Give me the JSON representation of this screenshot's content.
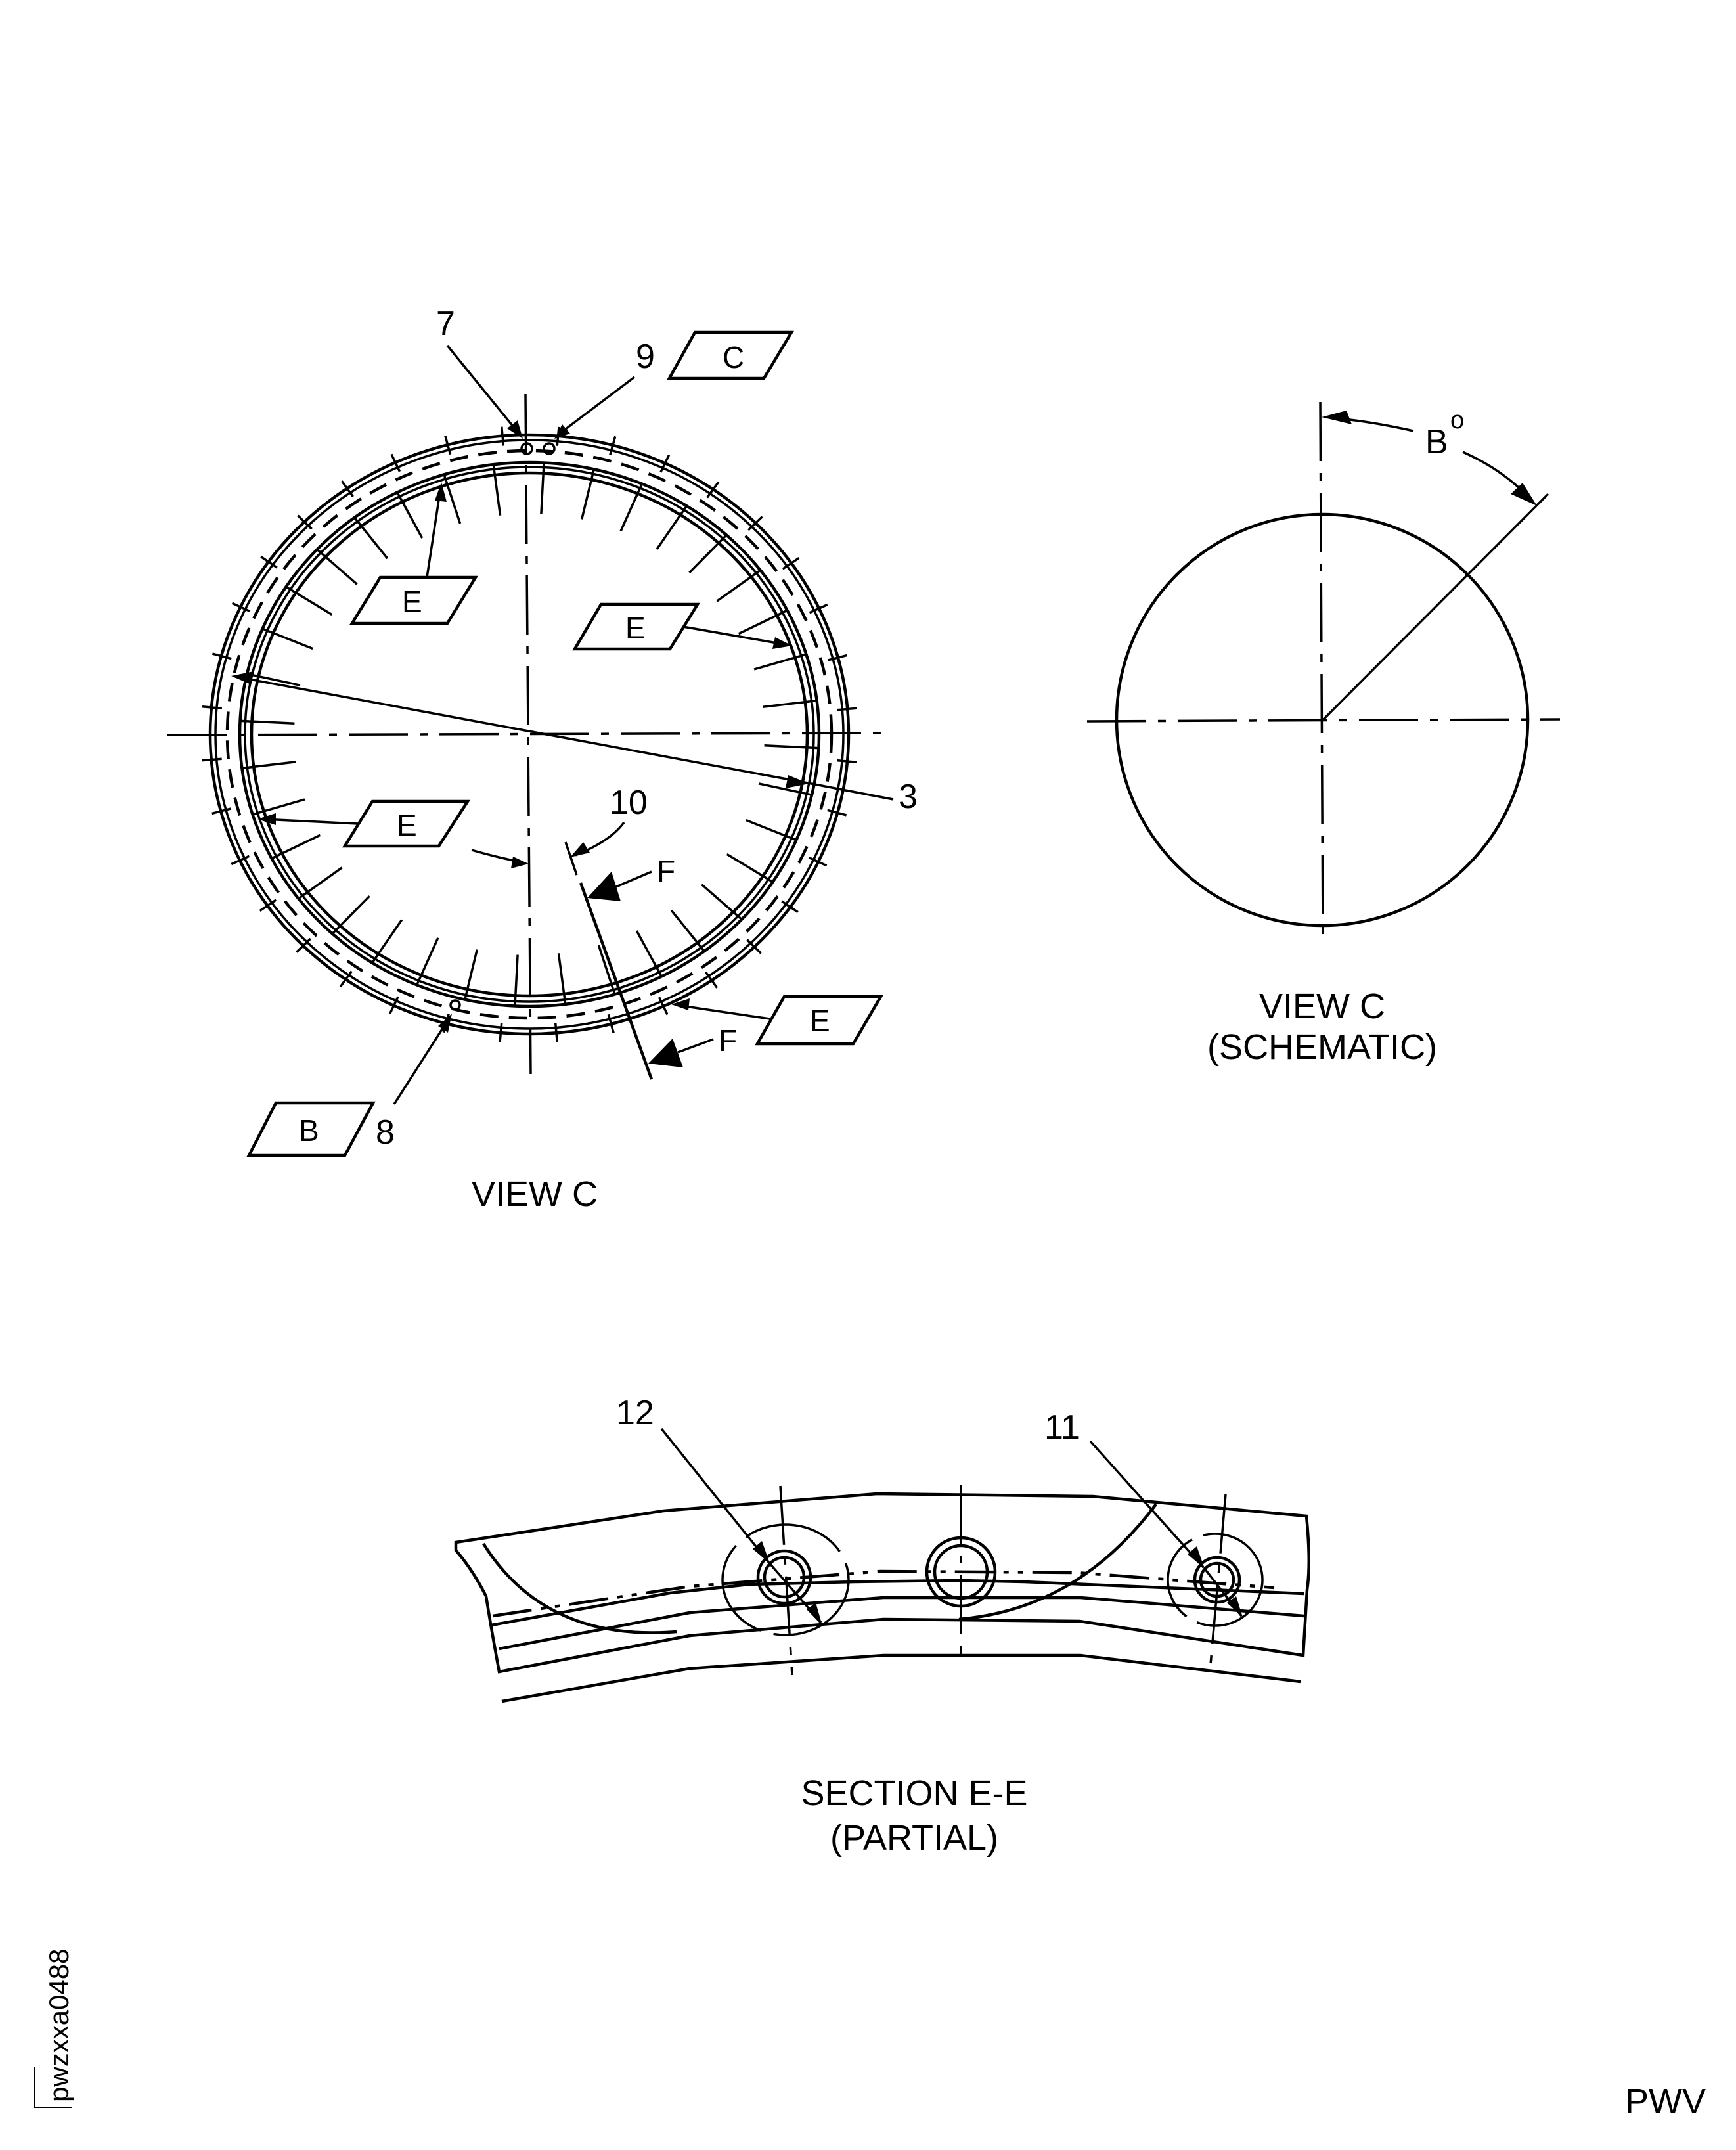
{
  "drawing_id": "pwzxxa0488",
  "corner_code": "PWV",
  "views": {
    "view_c": {
      "caption": "VIEW C",
      "callouts": {
        "item_7": "7",
        "item_9": "9",
        "item_8": "8",
        "item_3": "3",
        "item_10": "10"
      },
      "datum_boxes": {
        "c": "C",
        "b": "B",
        "e1": "E",
        "e2": "E",
        "e3": "E",
        "e4": "E"
      },
      "section_arrows": {
        "upper": "F",
        "lower": "F"
      }
    },
    "view_c_schematic": {
      "caption_line1": "VIEW C",
      "caption_line2": "(SCHEMATIC)",
      "angle_label": "B",
      "angle_unit": "o"
    },
    "section_e_e": {
      "caption_line1": "SECTION E-E",
      "caption_line2": "(PARTIAL)",
      "callouts": {
        "item_12": "12",
        "item_11": "11"
      }
    }
  },
  "colors": {
    "line": "#000000",
    "background": "#ffffff"
  }
}
